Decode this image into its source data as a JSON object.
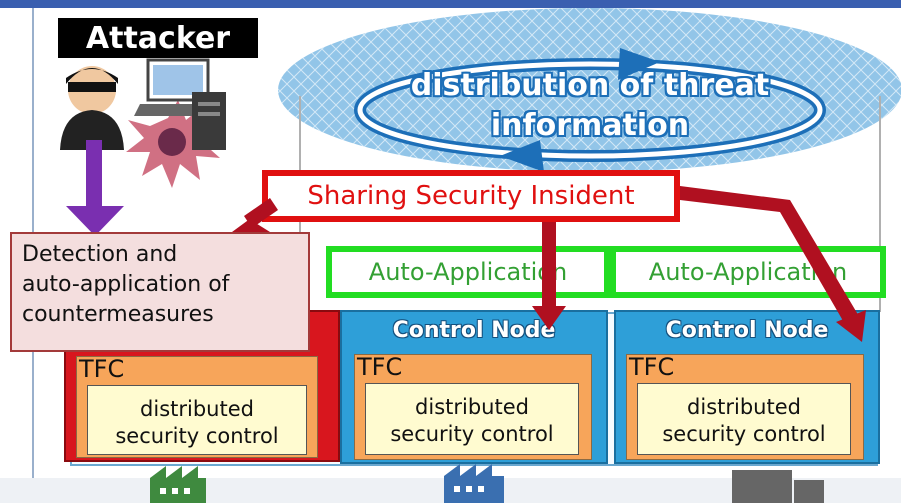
{
  "attacker": {
    "label": "Attacker"
  },
  "cloud": {
    "line1": "distribution of threat",
    "line2": "information"
  },
  "sharing": {
    "label": "Sharing Security Insident"
  },
  "detection": {
    "line1": "Detection and",
    "line2": "auto-application of",
    "line3": "countermeasures"
  },
  "auto_application": {
    "label_1": "Auto-Application",
    "label_2": "Auto-Application"
  },
  "nodes": [
    {
      "title": "",
      "tfc": "TFC",
      "line1": "distributed",
      "line2": "security control"
    },
    {
      "title": "Control Node",
      "tfc": "TFC",
      "line1": "distributed",
      "line2": "security control"
    },
    {
      "title": "Control Node",
      "tfc": "TFC",
      "line1": "distributed",
      "line2": "security control"
    }
  ],
  "colors": {
    "red": "#e01010",
    "green": "#22dd22",
    "blue": "#2e9fd8",
    "orange": "#f7a55a",
    "cream": "#fffbd0",
    "purple": "#7a2fb0",
    "dark_red": "#b01020"
  },
  "icons": [
    "attacker-person-icon",
    "laptop-icon",
    "server-icon",
    "virus-icon",
    "factory-icon",
    "truck-icon"
  ]
}
